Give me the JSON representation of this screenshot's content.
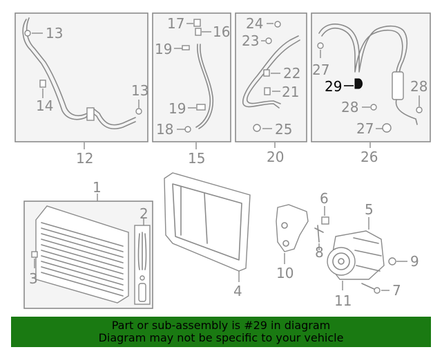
{
  "labels": {
    "c1": "1",
    "c2": "2",
    "c3": "3",
    "c4": "4",
    "c5": "5",
    "c6": "6",
    "c7": "7",
    "c8": "8",
    "c9": "9",
    "c10": "10",
    "c11": "11",
    "c12": "12",
    "c13a": "13",
    "c13b": "13",
    "c14": "14",
    "c15": "15",
    "c16": "16",
    "c17": "17",
    "c18": "18",
    "c19a": "19",
    "c19b": "19",
    "c20": "20",
    "c21": "21",
    "c22": "22",
    "c23": "23",
    "c24": "24",
    "c25": "25",
    "c26": "26",
    "c27a": "27",
    "c27b": "27",
    "c28a": "28",
    "c28b": "28",
    "c29": "29"
  },
  "highlight": {
    "part_number": "29"
  },
  "banner": {
    "line1": "Part or sub-assembly is #29 in diagram",
    "line2": "Diagram may not be specific to your vehicle"
  },
  "colors": {
    "banner_bg": "#1a7a12",
    "part_gray": "#8a8a8a",
    "highlight": "#000000"
  }
}
